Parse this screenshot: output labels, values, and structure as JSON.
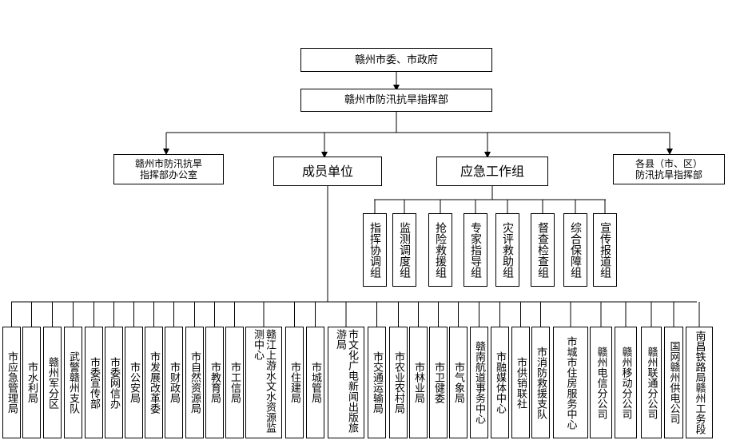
{
  "top": {
    "committee": "赣州市委、市政府",
    "hq": "赣州市防汛抗旱指挥部"
  },
  "level2": {
    "office": "赣州市防汛抗旱\n指挥部办公室",
    "members": "成员单位",
    "emergency": "应急工作组",
    "counties": "各县（市、区）\n防汛抗旱指挥部"
  },
  "groups": [
    "指挥协调组",
    "监测调度组",
    "抢险救援组",
    "专家指导组",
    "灾评救助组",
    "督查检查组",
    "综合保障组",
    "宣传报道组"
  ],
  "units": [
    "市应急管理局",
    "市水利局",
    "赣州军分区",
    "武警赣州支队",
    "市委宣传部",
    "市委网信办",
    "市公安局",
    "市发展改革委",
    "市财政局",
    "市自然资源局",
    "市教育局",
    "市工信局",
    "赣江上游水文水资源监测中心",
    "市住建局",
    "市城管局",
    "市文化广电新闻出版旅游局",
    "市交通运输局",
    "市农业农村局",
    "市林业局",
    "市卫健委",
    "市气象局",
    "赣南航道事务中心",
    "市融媒体中心",
    "市供销联社",
    "市消防救援支队",
    "市城市住房服务中心",
    "赣州电信分公司",
    "赣州移动分公司",
    "赣州联通分公司",
    "国网赣州供电公司",
    "南昌铁路局赣州工务段"
  ]
}
